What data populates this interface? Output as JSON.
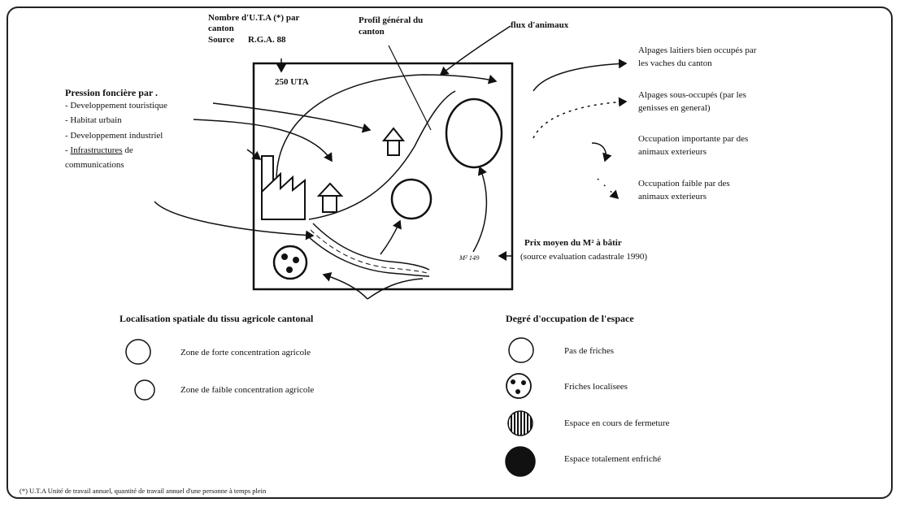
{
  "source_block": {
    "line1": "Nombre d'U.T.A (*) par",
    "line2": "canton",
    "source_label": "Source",
    "source_value": "R.G.A. 88",
    "uta_value": "250 UTA"
  },
  "profile_label": {
    "line1": "Profil général du",
    "line2": "canton"
  },
  "flux_label": "flux d'animaux",
  "pressure": {
    "title": "Pression foncière par .",
    "items": [
      "- Developpement touristique",
      "- Habitat urbain",
      "- Developpement industriel",
      "- Infrastructures de"
    ],
    "items_cont": "communications",
    "underline_word": "Infrastructures"
  },
  "price": {
    "map_value": "M² 149",
    "line1": "Prix moyen du M² à bâtir",
    "line2": "(source evaluation cadastrale 1990)"
  },
  "right_legend": {
    "item1_line1": "Alpages laitiers bien occupés par",
    "item1_line2": "les vaches du canton",
    "item2_line1": "Alpages sous-occupés (par les",
    "item2_line2": "genisses en general)",
    "item3_line1": "Occupation importante par des",
    "item3_line2": "animaux exterieurs",
    "item4_line1": "Occupation faible par des",
    "item4_line2": "animaux exterieurs"
  },
  "localisation": {
    "title": "Localisation spatiale du tissu agricole cantonal",
    "strong": "Zone de forte concentration agricole",
    "weak": "Zone de faible concentration agricole"
  },
  "occupation": {
    "title": "Degré d'occupation de l'espace",
    "items": [
      "Pas de friches",
      "Friches localisees",
      "Espace en cours de fermeture",
      "Espace totalement enfriché"
    ]
  },
  "footnote": "(*) U.T.A  Unité de travail annuel, quantité de travail annuel d'une personne à temps plein"
}
